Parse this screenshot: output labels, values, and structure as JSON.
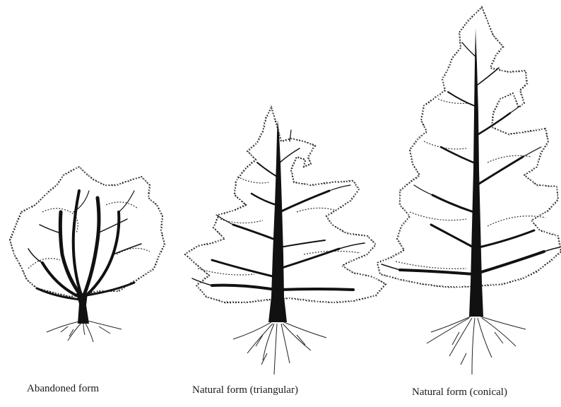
{
  "figure": {
    "title": "",
    "captions": [
      "Abandoned form",
      "Natural form (triangular)",
      "Natural form (conical)"
    ]
  },
  "colors": {
    "ink": "#111111",
    "paper": "#ffffff"
  }
}
